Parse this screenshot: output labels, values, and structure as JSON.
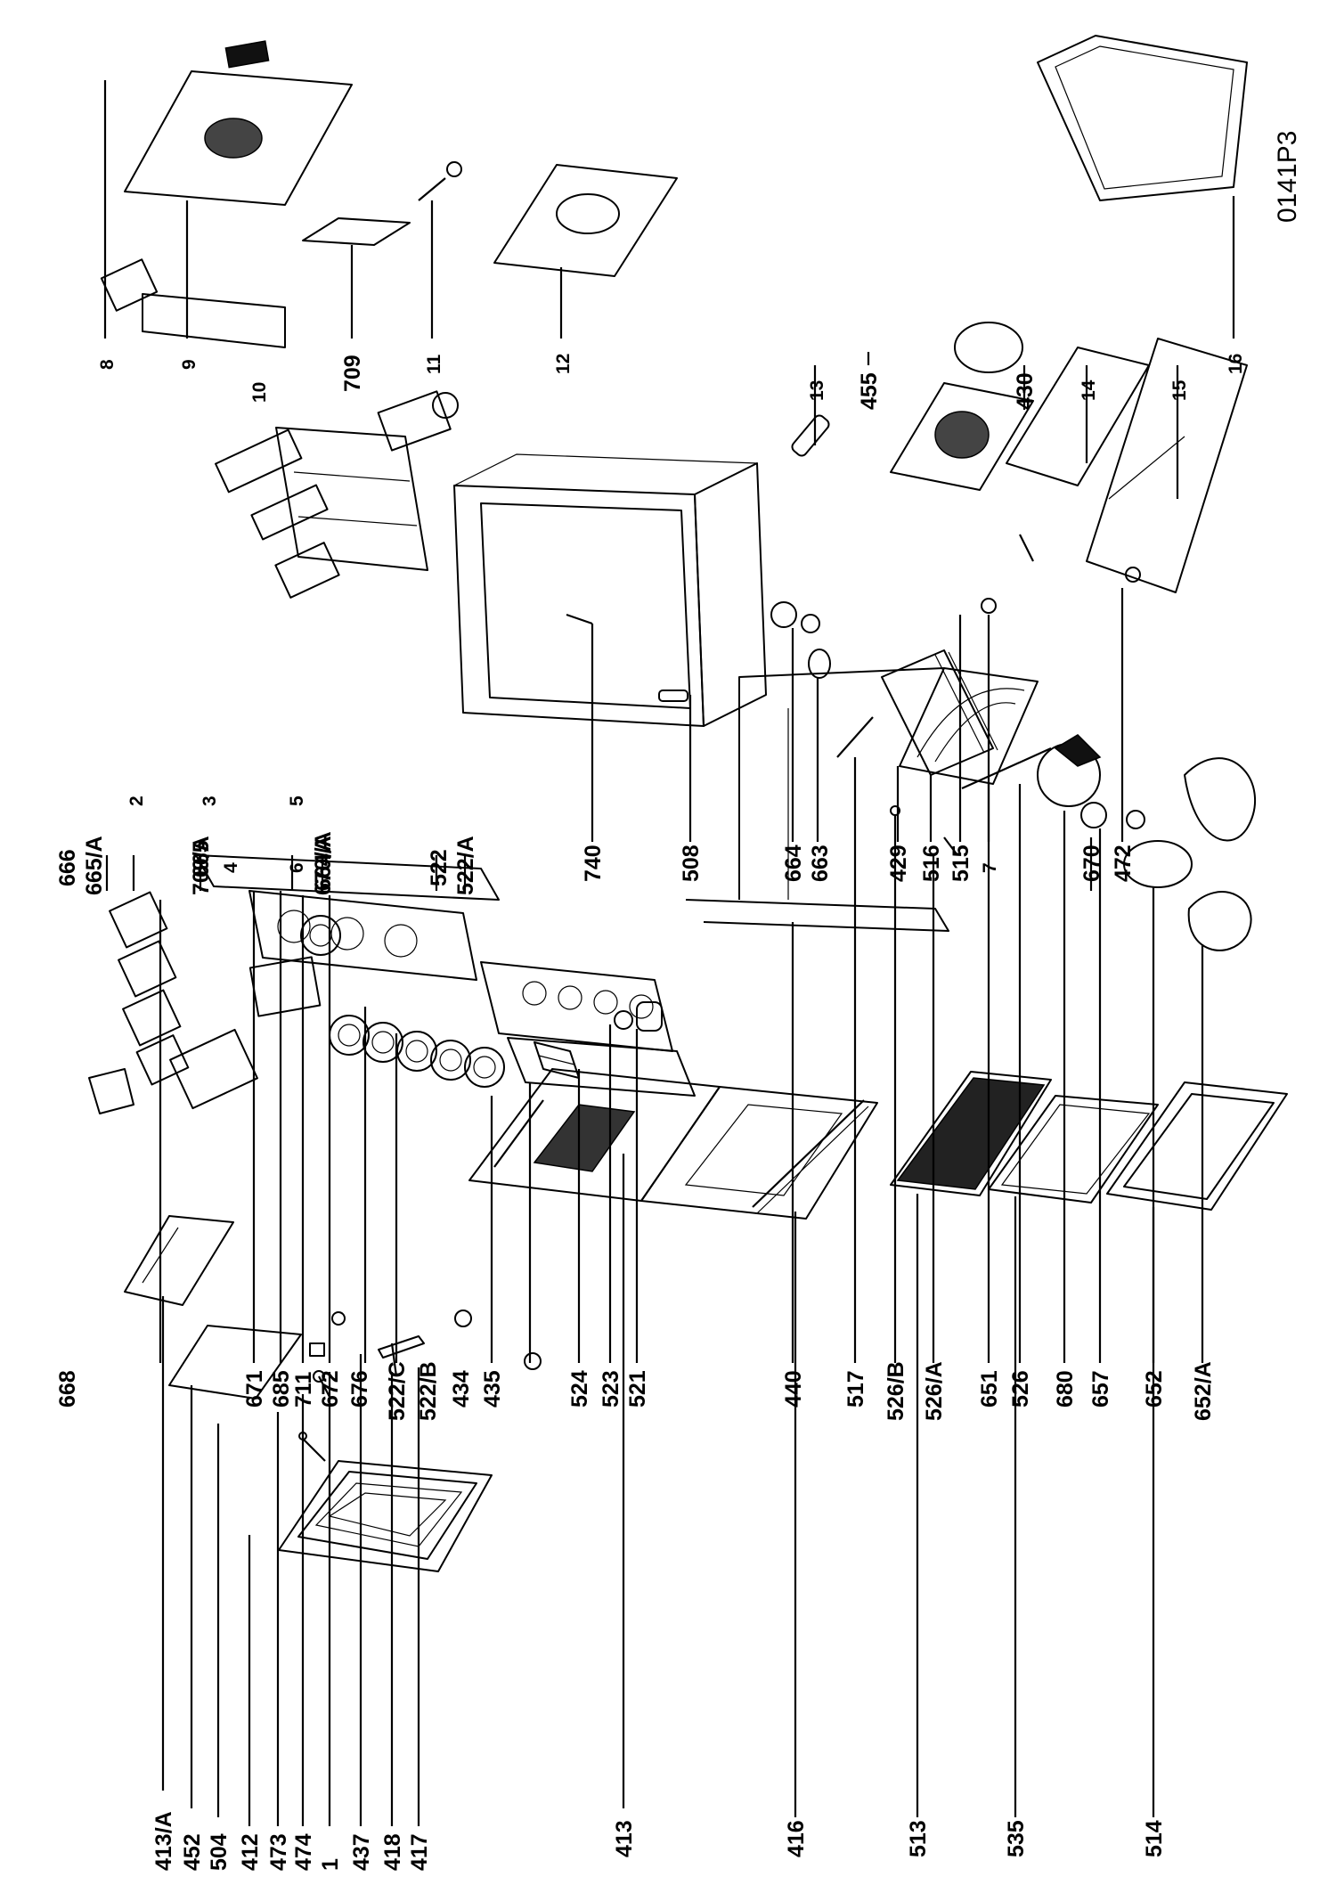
{
  "diagram": {
    "drawing_code": "0141P3",
    "labels": {
      "l413a": "413/A",
      "l452": "452",
      "l504": "504",
      "l412": "412",
      "l473": "473",
      "l474": "474",
      "l1": "1",
      "l437": "437",
      "l418": "418",
      "l417": "417",
      "l413": "413",
      "l416": "416",
      "l513": "513",
      "l535": "535",
      "l514": "514",
      "l668": "668",
      "l671": "671",
      "l685": "685",
      "l711": "711",
      "l672": "672",
      "l676": "676",
      "l522c": "522/C",
      "l522b": "522/B",
      "l434": "434",
      "l435": "435",
      "l524": "524",
      "l523": "523",
      "l521": "521",
      "l440": "440",
      "l517": "517",
      "l526b": "526/B",
      "l526a": "526/A",
      "l651": "651",
      "l526": "526",
      "l680": "680",
      "l657": "657",
      "l652": "652",
      "l652a": "652/A",
      "l666": "666",
      "l665a": "665/A",
      "l665": "665",
      "l4": "4",
      "l6": "6",
      "l664a": "664/A",
      "l522": "522",
      "l522a": "522/A",
      "l740": "740",
      "l508": "508",
      "l664": "664",
      "l663": "663",
      "l429": "429",
      "l516": "516",
      "l515": "515",
      "l7": "7",
      "l670": "670",
      "l472": "472",
      "l2": "2",
      "l3": "3",
      "l709a": "709/A",
      "l5": "5",
      "l670a": "670/A",
      "l8": "8",
      "l9": "9",
      "l709": "709",
      "l11": "11",
      "l12": "12",
      "l10": "10",
      "l13": "13",
      "l455": "455",
      "l430": "430",
      "l14": "14",
      "l15": "15",
      "l16": "16"
    }
  }
}
